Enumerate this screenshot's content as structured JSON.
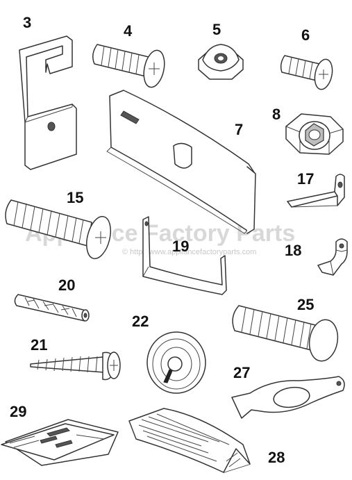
{
  "watermark": {
    "brand": "Appliance Factory Parts",
    "url": "© http://www.appliancefactoryparts.com"
  },
  "parts": [
    {
      "id": "part-3",
      "label": "3"
    },
    {
      "id": "part-4",
      "label": "4"
    },
    {
      "id": "part-5",
      "label": "5"
    },
    {
      "id": "part-6",
      "label": "6"
    },
    {
      "id": "part-7",
      "label": "7"
    },
    {
      "id": "part-8",
      "label": "8"
    },
    {
      "id": "part-15",
      "label": "15"
    },
    {
      "id": "part-17",
      "label": "17"
    },
    {
      "id": "part-18",
      "label": "18"
    },
    {
      "id": "part-19",
      "label": "19"
    },
    {
      "id": "part-20",
      "label": "20"
    },
    {
      "id": "part-21",
      "label": "21"
    },
    {
      "id": "part-22",
      "label": "22"
    },
    {
      "id": "part-25",
      "label": "25"
    },
    {
      "id": "part-27",
      "label": "27"
    },
    {
      "id": "part-28",
      "label": "28"
    },
    {
      "id": "part-29",
      "label": "29"
    }
  ]
}
